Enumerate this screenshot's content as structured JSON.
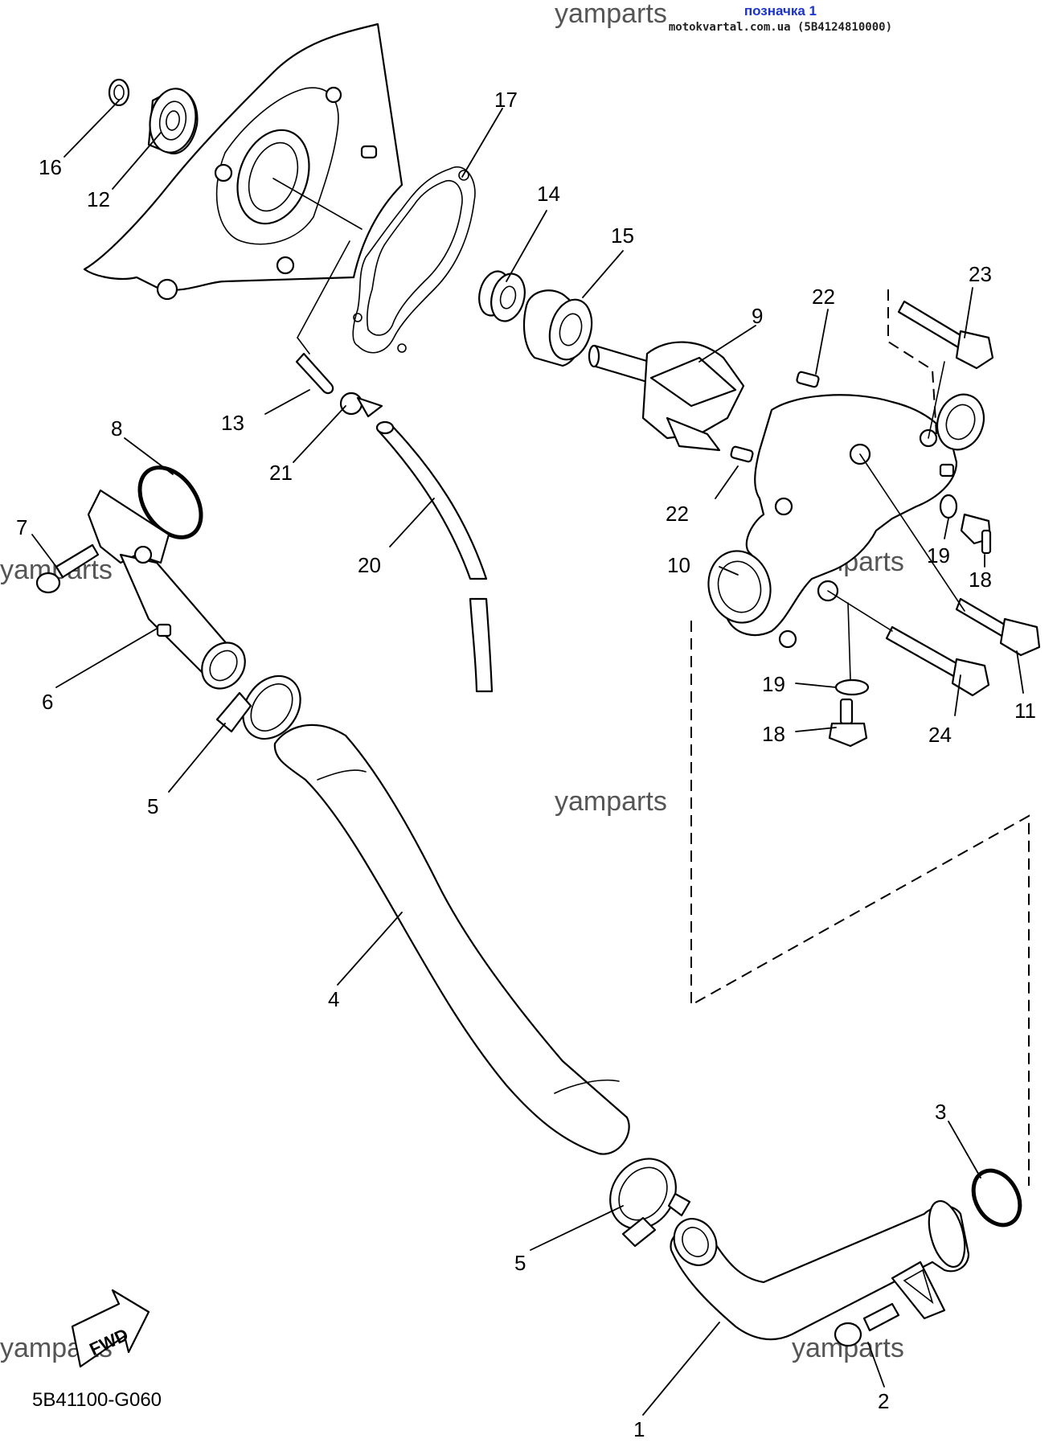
{
  "header": {
    "marker": "позначка 1",
    "source": "motokvartal.com.ua (5B4124810000)"
  },
  "watermark": "yamparts",
  "diagram_code": "5B41100-G060",
  "fwd_label": "FWD",
  "callouts": {
    "c1": "1",
    "c2": "2",
    "c3": "3",
    "c4": "4",
    "c5a": "5",
    "c5b": "5",
    "c6": "6",
    "c7": "7",
    "c8": "8",
    "c9": "9",
    "c10": "10",
    "c11": "11",
    "c12": "12",
    "c13": "13",
    "c14": "14",
    "c15": "15",
    "c16": "16",
    "c17": "17",
    "c18a": "18",
    "c18b": "18",
    "c19a": "19",
    "c19b": "19",
    "c20": "20",
    "c21": "21",
    "c22a": "22",
    "c22b": "22",
    "c23": "23",
    "c24": "24"
  }
}
